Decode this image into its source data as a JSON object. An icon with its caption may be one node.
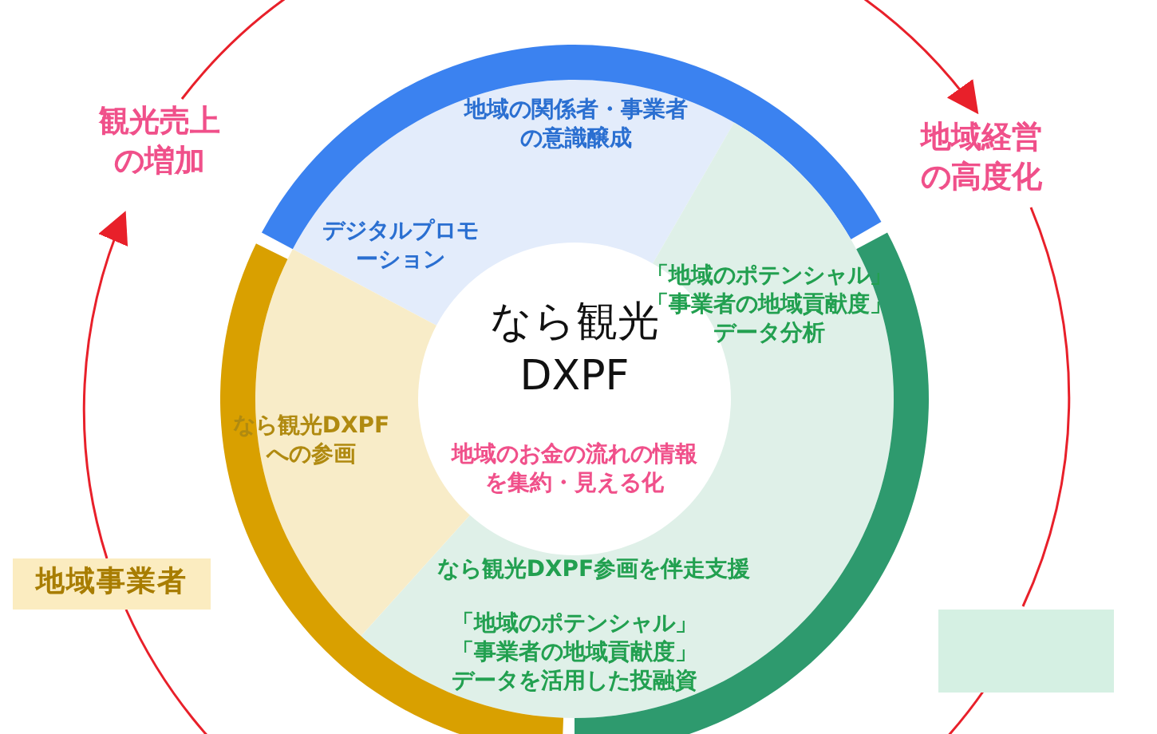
{
  "diagram": {
    "nodes": [
      {
        "text": [
          "なら観光DXPF",
          "地域のお金の流れの情報を集約・見える化"
        ]
      },
      {
        "text": [
          "地域の関係者・事業者の意識醸成",
          "デジタルプロモーション"
        ]
      },
      {
        "text": [
          "「地域のポテンシャル」「事業者の地域貢献度」データ分析",
          "なら観光DXPF参画を伴走支援",
          "「地域のポテンシャル」「事業者の地域貢献度」データを活用した投融資"
        ]
      },
      {
        "text": [
          "なら観光DXPFへの参画"
        ]
      },
      {
        "text": [
          "地域事業者"
        ]
      },
      {
        "text": [],
        "shape": "box"
      },
      {
        "text": [
          "観光売上の増加"
        ]
      },
      {
        "text": [
          "地域経営の高度化"
        ]
      }
    ],
    "edges": [
      {
        "from": 4,
        "to": 6,
        "arrow": "to"
      },
      {
        "from": 6,
        "to": 7,
        "arrow": "to"
      },
      {
        "from": 7,
        "to": 5,
        "arrow": "none"
      },
      {
        "from": 5,
        "to": 4,
        "arrow": "none"
      }
    ]
  }
}
